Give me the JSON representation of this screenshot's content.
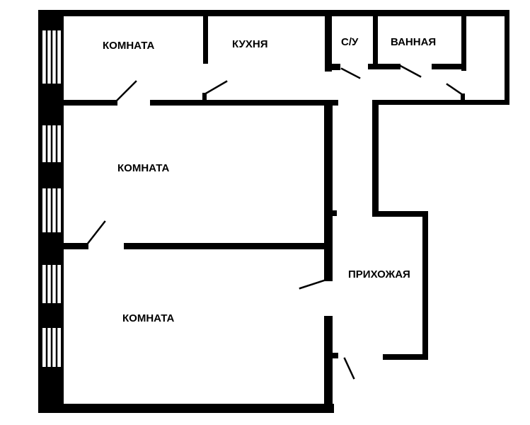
{
  "floor_plan": {
    "rooms": {
      "room_top_left": "КОМНАТА",
      "kitchen": "КУХНЯ",
      "toilet": "С/У",
      "bathroom": "ВАННАЯ",
      "room_middle": "КОМНАТА",
      "room_bottom": "КОМНАТА",
      "hallway": "ПРИХОЖАЯ"
    },
    "colors": {
      "wall": "#000000",
      "background": "#ffffff"
    }
  }
}
